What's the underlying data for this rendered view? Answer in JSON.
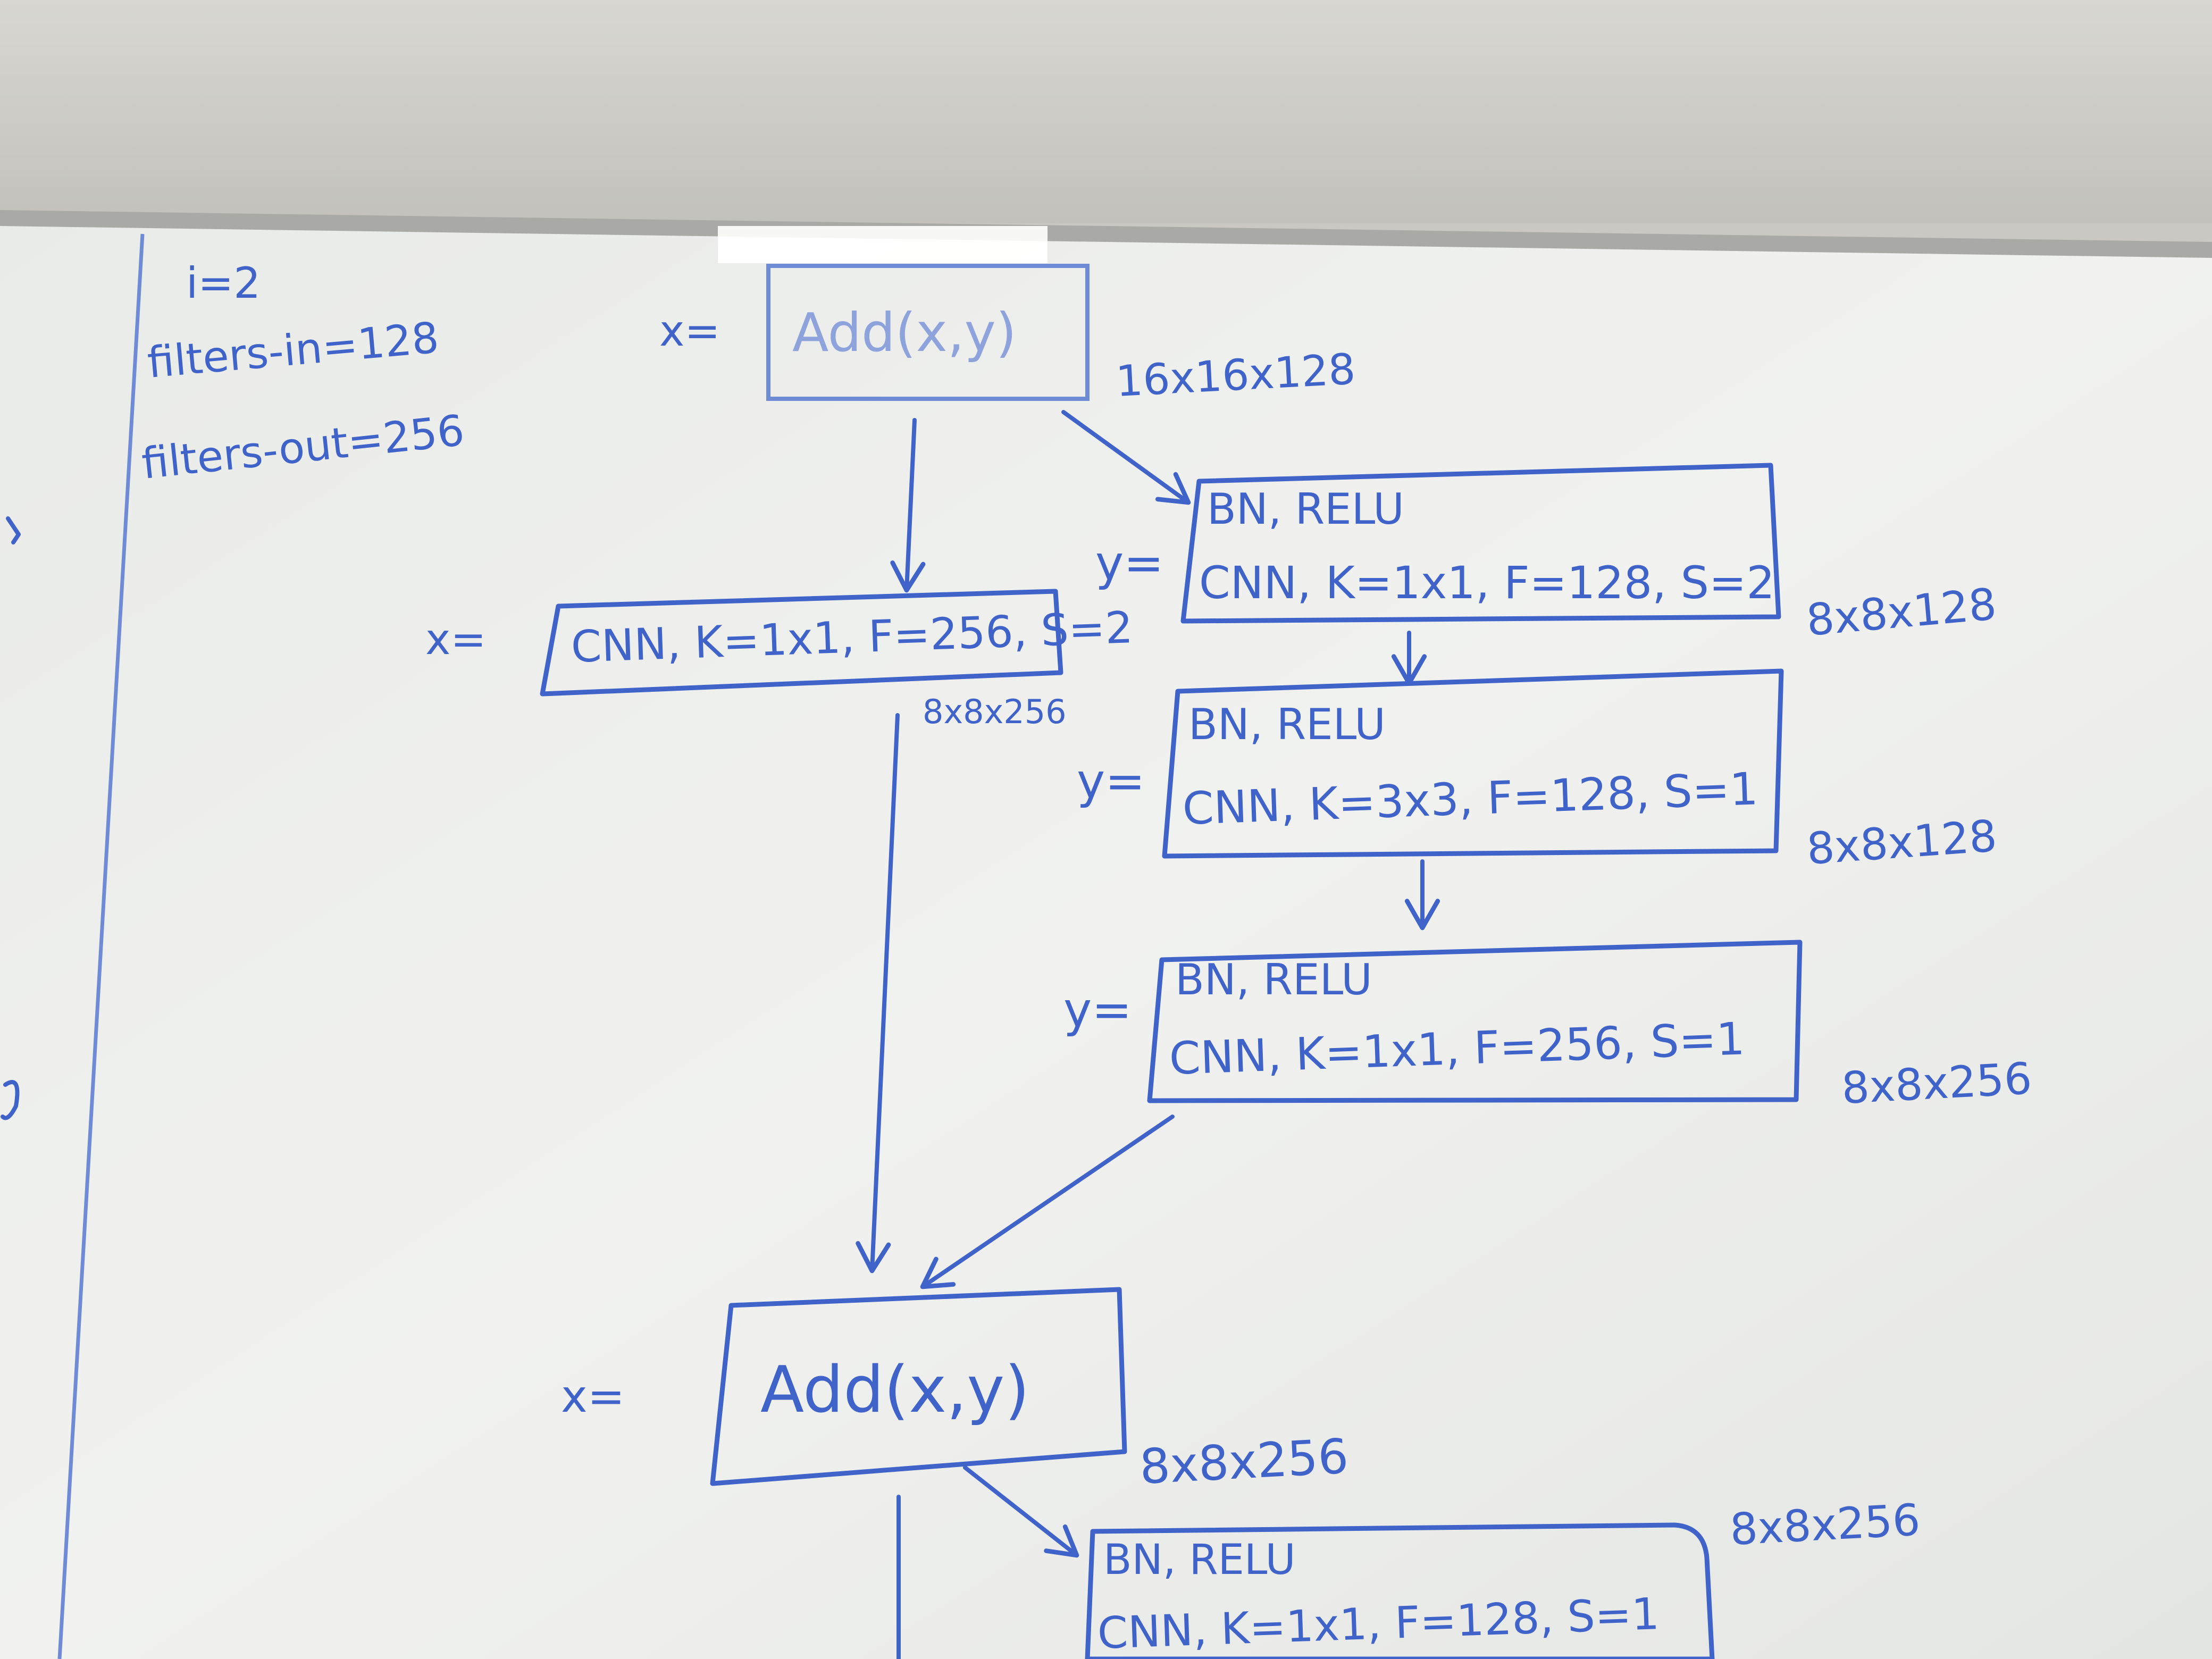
{
  "header": {
    "i": "i=2",
    "filters_in": "filters-in=128",
    "filters_out": "filters-out=256"
  },
  "blocks": {
    "add_top": {
      "assign": "x=",
      "op": "Add(x,y)",
      "shape": "16x16x128"
    },
    "shortcut": {
      "assign": "x=",
      "op": "CNN, K=1x1, F=256, S=2",
      "shape": "8x8x256"
    },
    "y1": {
      "assign": "y=",
      "line1": "BN, RELU",
      "line2": "CNN, K=1x1, F=128, S=2",
      "shape": "8x8x128"
    },
    "y2": {
      "assign": "y=",
      "line1": "BN, RELU",
      "line2": "CNN, K=3x3, F=128, S=1",
      "shape": "8x8x128"
    },
    "y3": {
      "assign": "y=",
      "line1": "BN, RELU",
      "line2": "CNN, K=1x1, F=256, S=1",
      "shape": "8x8x256"
    },
    "add_bottom": {
      "assign": "x=",
      "op": "Add(x,y)",
      "shape": "8x8x256"
    },
    "next": {
      "line1": "BN, RELU",
      "line2": "CNN, K=1x1, F=128, S=1",
      "shape": "8x8x256"
    }
  },
  "colors": {
    "marker": "#3f63c9",
    "board": "#eef0ee",
    "wall": "#c9c8c2"
  }
}
